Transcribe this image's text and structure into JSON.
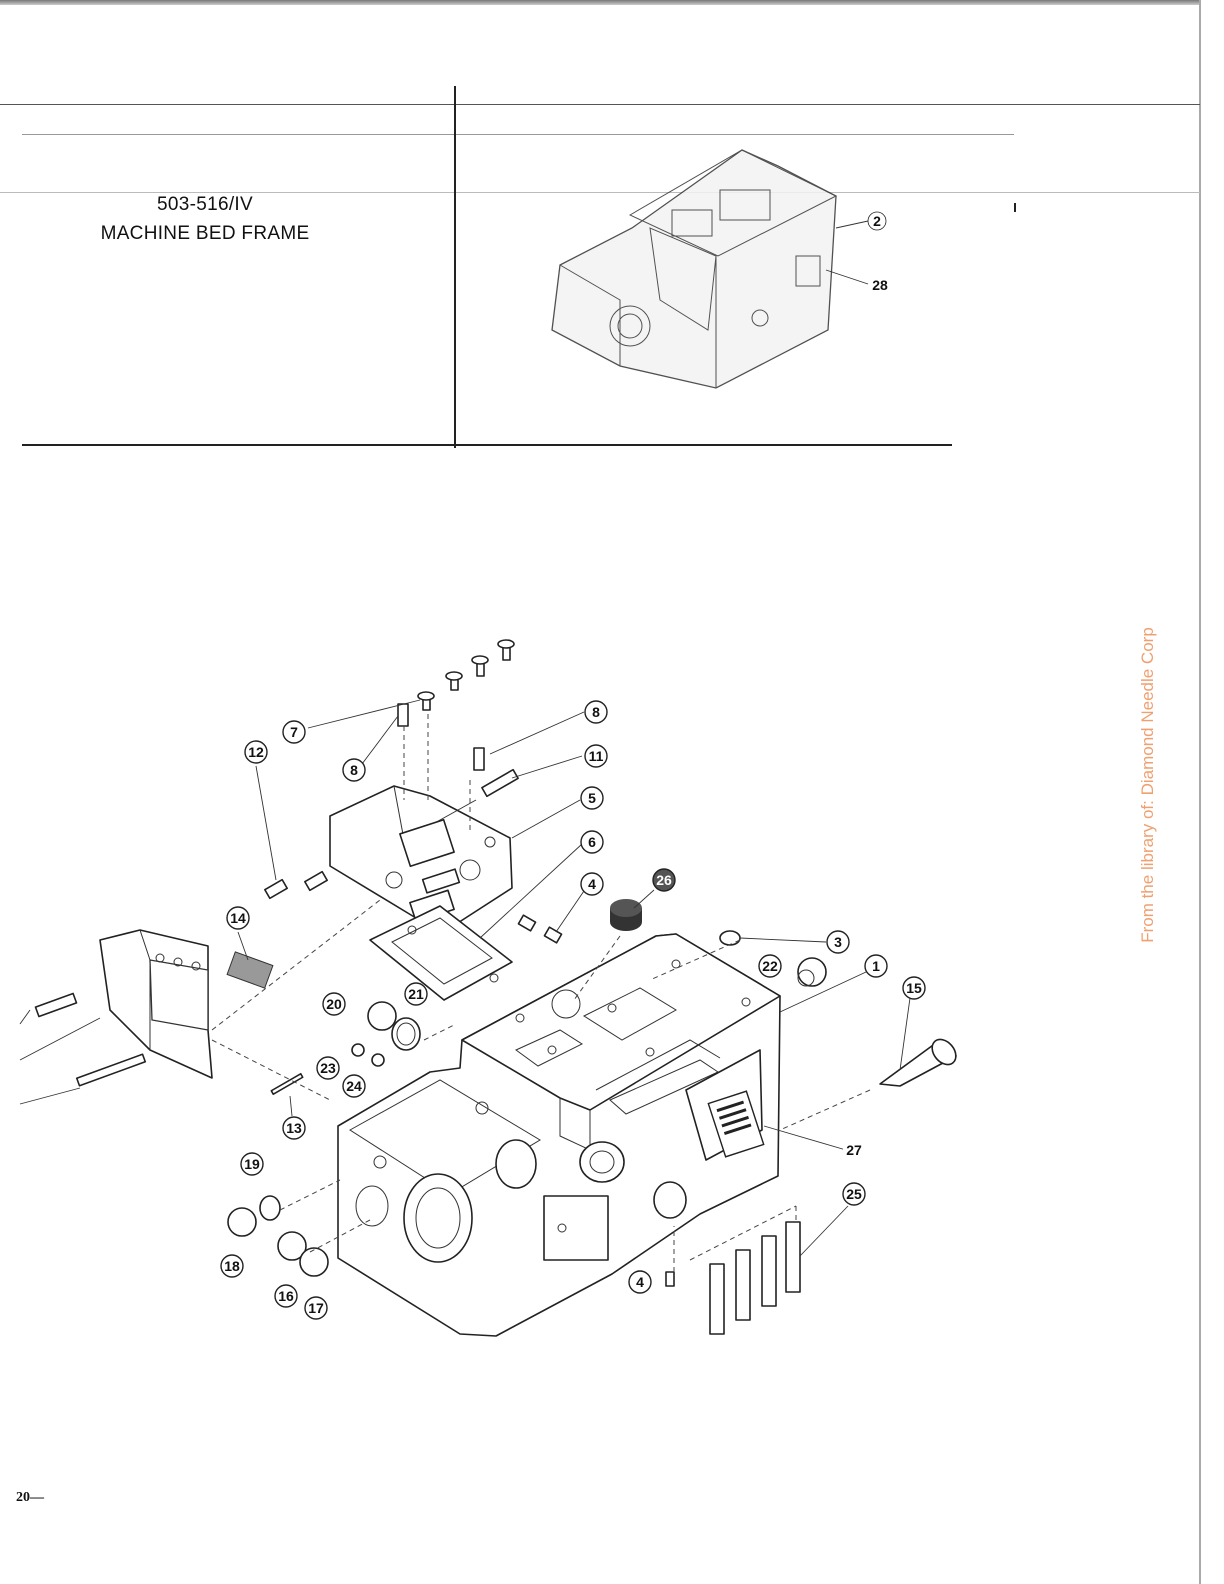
{
  "header": {
    "part_number": "503-516/IV",
    "title": "MACHINE BED FRAME"
  },
  "page_number": "20—",
  "watermark": "From the library of: Diamond Needle Corp",
  "thumbnail_callouts": [
    "2",
    "28"
  ],
  "callouts": [
    "1",
    "3",
    "4",
    "4",
    "5",
    "6",
    "7",
    "8",
    "8",
    "11",
    "12",
    "13",
    "14",
    "15",
    "16",
    "17",
    "18",
    "19",
    "20",
    "21",
    "22",
    "23",
    "24",
    "25",
    "26",
    "27"
  ]
}
